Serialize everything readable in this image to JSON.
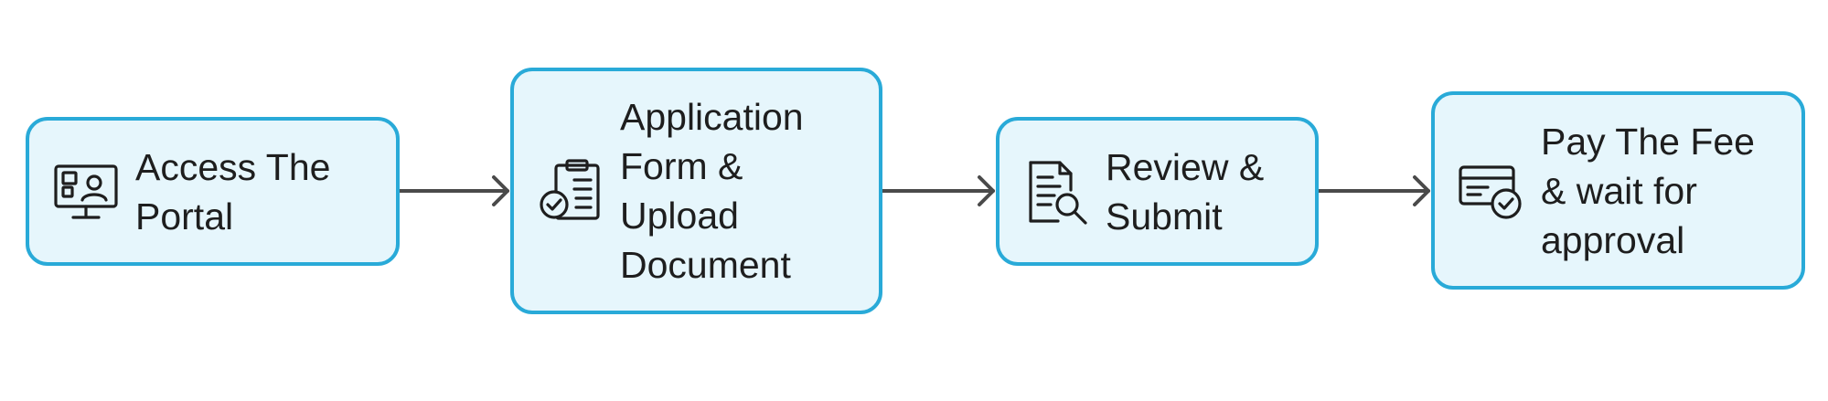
{
  "diagram": {
    "type": "process-flow",
    "direction": "left-to-right",
    "colors": {
      "box_fill": "#e6f6fc",
      "box_border": "#29aad8",
      "arrow": "#4a4a4a",
      "icon": "#1e1e1e",
      "text": "#1e1e1e"
    },
    "steps": [
      {
        "label": "Access The Portal",
        "icon": "computer-user-icon"
      },
      {
        "label": "Application Form & Upload Document",
        "icon": "clipboard-check-icon"
      },
      {
        "label": "Review & Submit",
        "icon": "document-search-icon"
      },
      {
        "label": "Pay The Fee & wait for approval",
        "icon": "card-payment-check-icon"
      }
    ]
  }
}
